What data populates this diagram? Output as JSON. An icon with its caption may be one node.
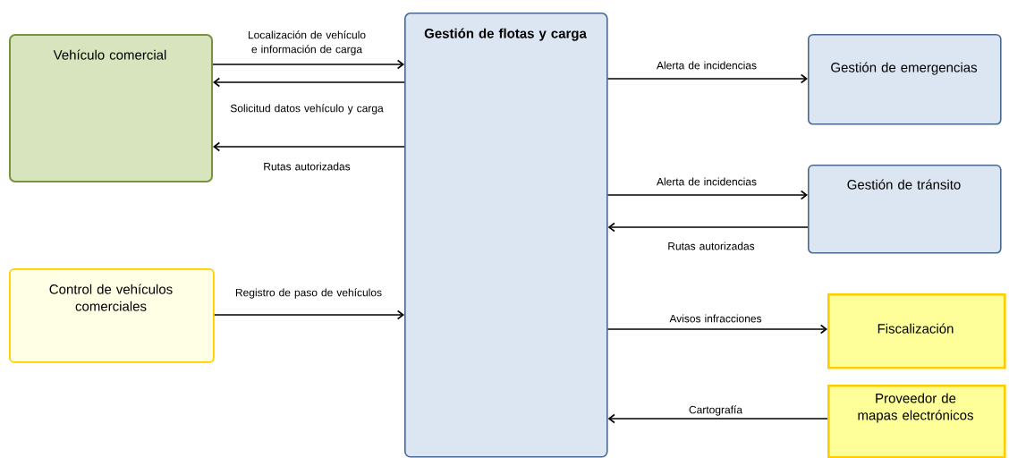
{
  "diagram": {
    "nodes": [
      {
        "text": [
          "Vehículo comercial"
        ]
      },
      {
        "text": [
          "Gestión de flotas y carga"
        ]
      },
      {
        "text": [
          "Gestión de emergencias"
        ]
      },
      {
        "text": [
          "Gestión de tránsito"
        ]
      },
      {
        "text": [
          "Control de vehículos comerciales"
        ]
      },
      {
        "text": [
          "Fiscalización"
        ]
      },
      {
        "text": [
          "Proveedor de mapas electrónicos"
        ]
      }
    ],
    "edges": [
      {
        "from": 0,
        "to": 1,
        "arrow": "to",
        "label": "Localización de vehículo e información de carga"
      },
      {
        "from": 1,
        "to": 0,
        "arrow": "to",
        "label": "Solicitud datos vehículo y carga"
      },
      {
        "from": 1,
        "to": 0,
        "arrow": "to",
        "label": "Rutas autorizadas"
      },
      {
        "from": 1,
        "to": 2,
        "arrow": "to",
        "label": "Alerta de incidencias"
      },
      {
        "from": 1,
        "to": 3,
        "arrow": "to",
        "label": "Alerta de incidencias"
      },
      {
        "from": 3,
        "to": 1,
        "arrow": "to",
        "label": "Rutas autorizadas"
      },
      {
        "from": 4,
        "to": 1,
        "arrow": "to",
        "label": "Registro de paso de vehículos"
      },
      {
        "from": 1,
        "to": 5,
        "arrow": "to",
        "label": "Avisos infracciones"
      },
      {
        "from": 6,
        "to": 1,
        "arrow": "to",
        "label": "Cartografía"
      }
    ]
  }
}
